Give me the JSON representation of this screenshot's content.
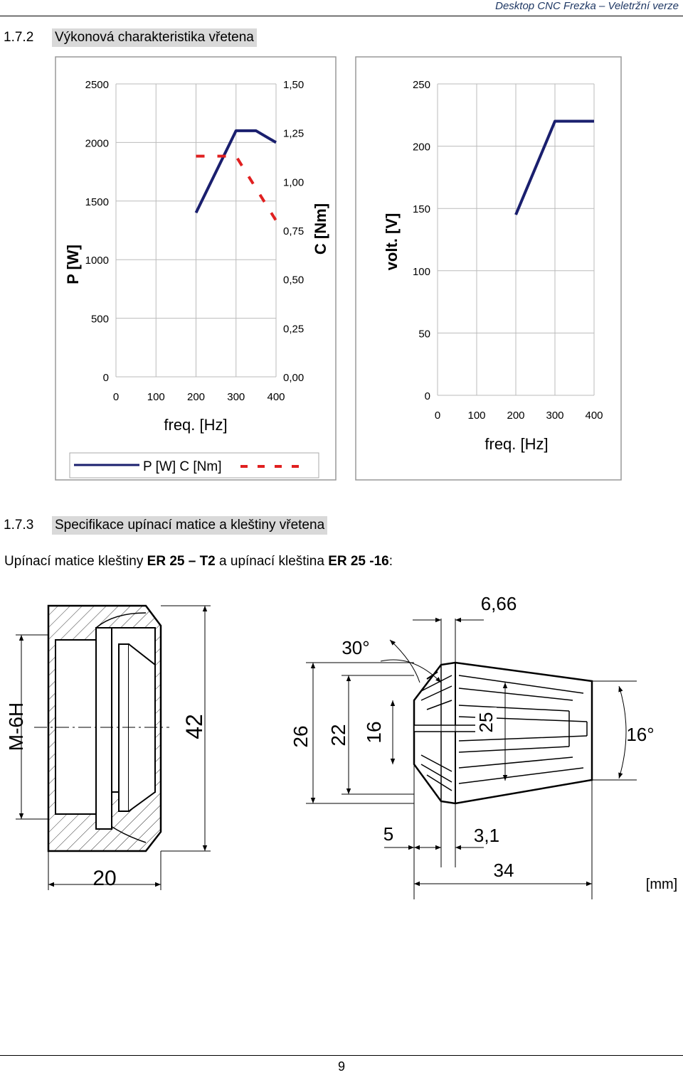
{
  "header": {
    "running_title": "Desktop CNC Frezka – Veletržní verze"
  },
  "section_1": {
    "number": "1.7.2",
    "title": "Výkonová charakteristika vřetena"
  },
  "section_2": {
    "number": "1.7.3",
    "title": "Specifikace upínací matice a kleštiny vřetena"
  },
  "paragraph": {
    "prefix": "Upínací matice kleštiny ",
    "part1": "ER 25 – T2",
    "middle": " a upínací kleština  ",
    "part2": "ER 25 -16",
    "suffix": ":"
  },
  "chart_data": [
    {
      "type": "line",
      "xlabel": "freq. [Hz]",
      "ylabel": "P [W]",
      "y2label": "C [Nm]",
      "x_ticks": [
        "0",
        "100",
        "200",
        "300",
        "400"
      ],
      "y_ticks": [
        "0",
        "500",
        "1000",
        "1500",
        "2000",
        "2500"
      ],
      "y2_ticks": [
        "0,00",
        "0,25",
        "0,50",
        "0,75",
        "1,00",
        "1,25",
        "1,50"
      ],
      "xlim": [
        0,
        400
      ],
      "ylim": [
        0,
        2500
      ],
      "y2lim": [
        0,
        1.5
      ],
      "grid": true,
      "legend_position": "bottom",
      "legend_text": "P [W] C [Nm]",
      "series": [
        {
          "name": "P [W]",
          "color": "#1a1f6e",
          "axis": "left",
          "x": [
            200,
            300,
            350,
            400
          ],
          "y": [
            1400,
            2100,
            2100,
            2000
          ]
        },
        {
          "name": "C [Nm]",
          "color": "#e02020",
          "axis": "right",
          "x": [
            200,
            300,
            400
          ],
          "y": [
            1.13,
            1.13,
            0.8
          ]
        }
      ]
    },
    {
      "type": "line",
      "xlabel": "freq. [Hz]",
      "ylabel": "volt. [V]",
      "x_ticks": [
        "0",
        "100",
        "200",
        "300",
        "400"
      ],
      "y_ticks": [
        "0",
        "50",
        "100",
        "150",
        "200",
        "250"
      ],
      "xlim": [
        0,
        400
      ],
      "ylim": [
        0,
        250
      ],
      "grid": true,
      "series": [
        {
          "color": "#1a1f6e",
          "x": [
            200,
            300,
            400
          ],
          "y": [
            145,
            220,
            220
          ]
        }
      ]
    }
  ],
  "drawing": {
    "nut_thread": "M-6H",
    "nut_diameter": "42",
    "nut_width": "20",
    "angle_top": "30°",
    "dim_top": "6,66",
    "dim_26": "26",
    "dim_22": "22",
    "dim_16": "16",
    "dim_25": "25",
    "angle_side": "16°",
    "dim_5": "5",
    "dim_31": "3,1",
    "dim_34": "34",
    "unit": "[mm]"
  },
  "footer": {
    "page_number": "9"
  }
}
